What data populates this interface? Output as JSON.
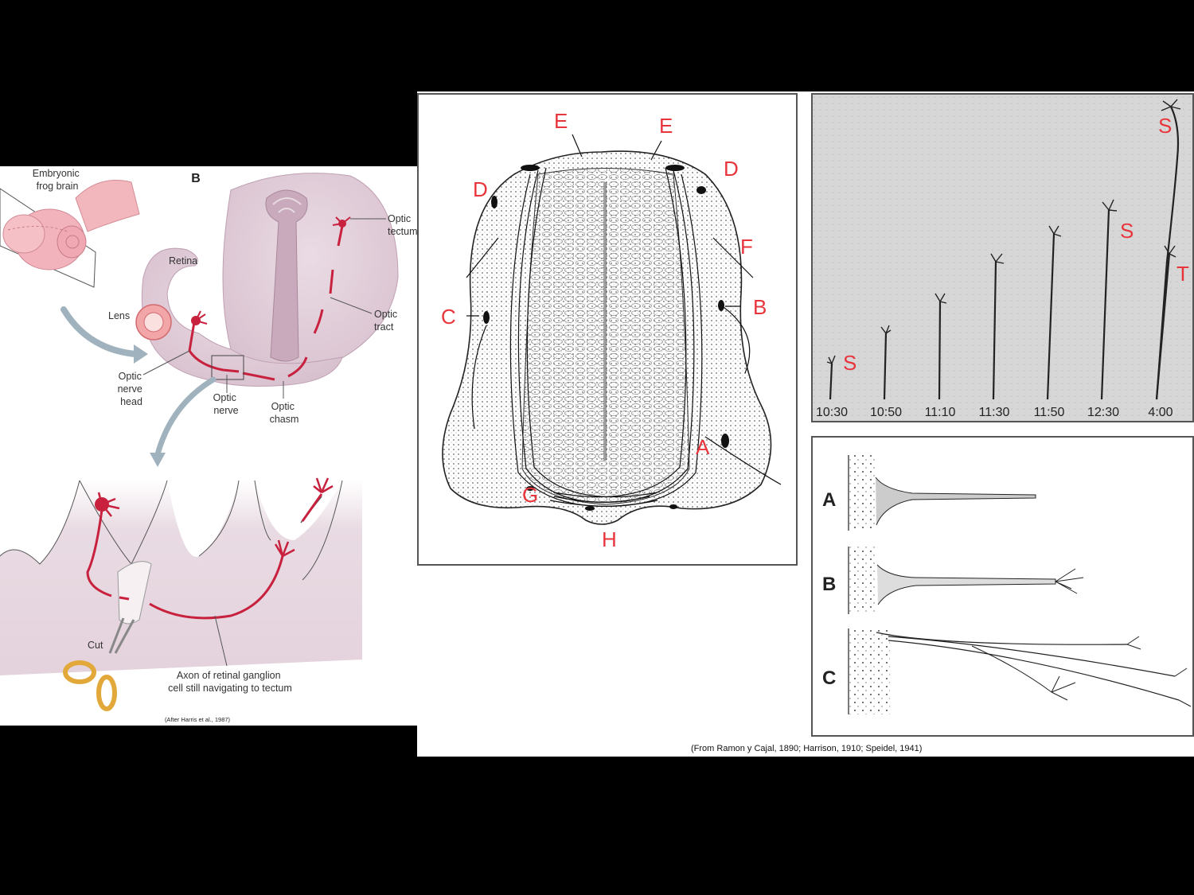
{
  "frog": {
    "embryonic_frog_brain": [
      "Embryonic",
      "frog brain"
    ],
    "panel_letter": "B",
    "retina": "Retina",
    "lens": "Lens",
    "optic_tectum": [
      "Optic",
      "tectum"
    ],
    "optic_tract": [
      "Optic",
      "tract"
    ],
    "optic_nerve_head": [
      "Optic",
      "nerve",
      "head"
    ],
    "optic_nerve": [
      "Optic",
      "nerve"
    ],
    "optic_chasm": [
      "Optic",
      "chasm"
    ],
    "cut": "Cut",
    "axon_caption": [
      "Axon of retinal ganglion",
      "cell still navigating to tectum"
    ],
    "credit": "(After Harris et al., 1987)"
  },
  "spinal": {
    "labels": [
      "E",
      "E",
      "D",
      "D",
      "F",
      "C",
      "B",
      "A",
      "G",
      "H"
    ]
  },
  "timelapse": {
    "times": [
      "10:30",
      "10:50",
      "11:10",
      "11:30",
      "11:50",
      "12:30",
      "4:00"
    ],
    "marks": [
      "S",
      "S",
      "S",
      "T"
    ]
  },
  "growth_cones": {
    "rows": [
      "A",
      "B",
      "C"
    ]
  },
  "credit": "(From Ramon y Cajal, 1890; Harrison, 1910; Speidel, 1941)",
  "colors": {
    "axon_red": "#c8213e",
    "tissue": "#e5d2dd",
    "label_red": "#e8353c"
  }
}
